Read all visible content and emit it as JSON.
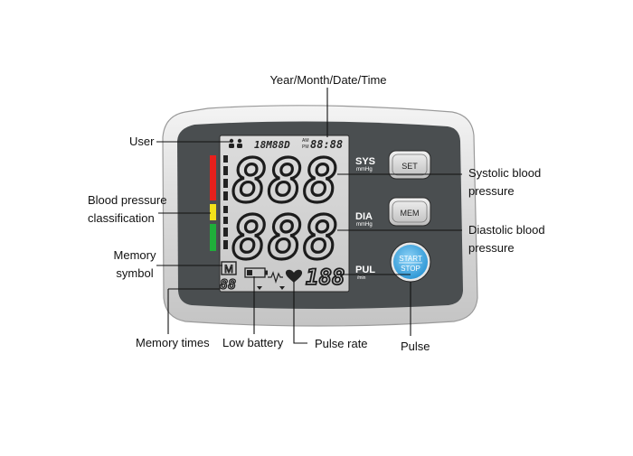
{
  "labels": {
    "datetime": "Year/Month/Date/Time",
    "user": "User",
    "classification": "Blood pressure\nclassification",
    "memory_symbol": "Memory\nsymbol",
    "memory_times": "Memory times",
    "low_battery": "Low battery",
    "pulse_rate": "Pulse rate",
    "pulse": "Pulse",
    "systolic": "Systolic blood\npressure",
    "diastolic": "Diastolic blood\npressure"
  },
  "display": {
    "date_digits": "18M88D",
    "am": "AM",
    "pm": "PM",
    "time_digits": "88:88",
    "sys_digits": "888",
    "dia_digits": "888",
    "pulse_digits": "188",
    "memory_digits": "88",
    "memory_letter": "M",
    "sys_label": "SYS",
    "sys_unit": "mmHg",
    "dia_label": "DIA",
    "dia_unit": "mmHg",
    "pul_label": "PUL",
    "pul_unit": "/min"
  },
  "buttons": {
    "set": "SET",
    "mem": "MEM",
    "start": "START",
    "stop": "STOP"
  },
  "colors": {
    "class_red": "#e8201c",
    "class_yellow": "#f2e21a",
    "class_green": "#1fae3a",
    "start_button": "#3aa8e0"
  }
}
